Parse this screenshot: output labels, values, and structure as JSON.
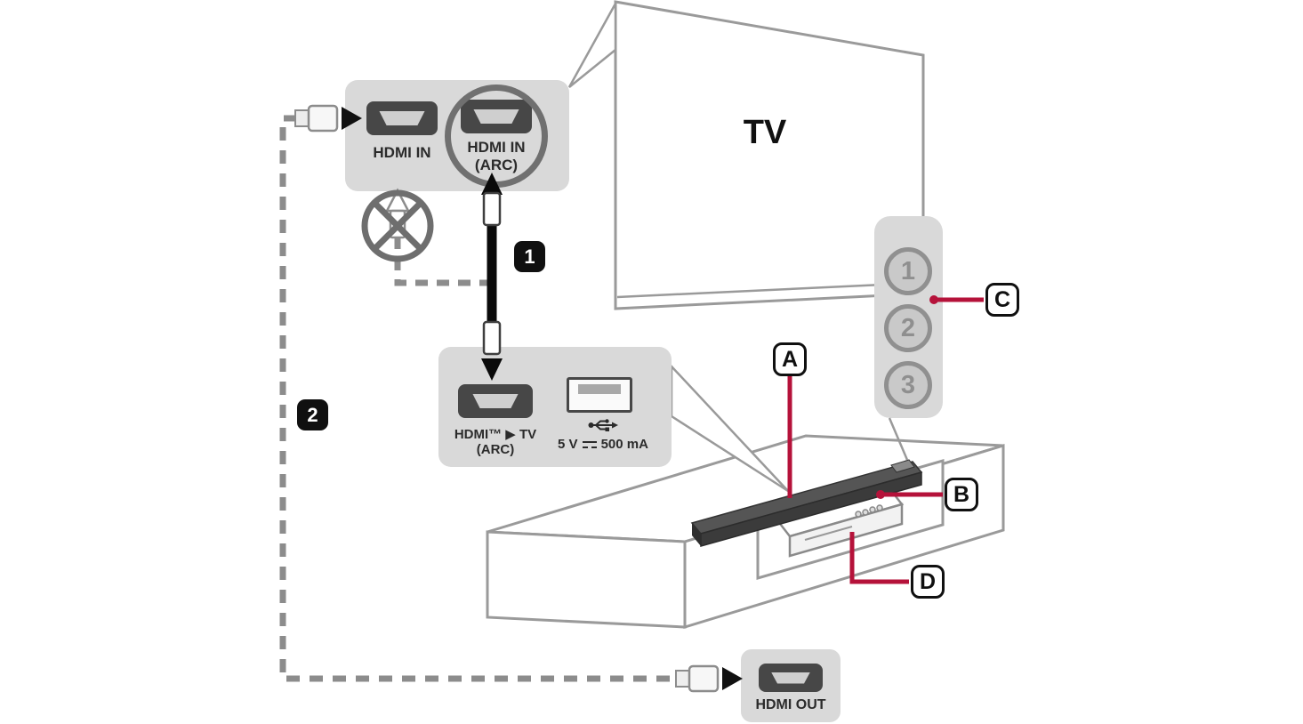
{
  "colors": {
    "accent_red": "#b5123a",
    "panel_gray": "#d9d9d9",
    "cable_gray": "#8c8c8c",
    "outline_gray": "#9a9a9a",
    "port_dark": "#474747"
  },
  "tv": {
    "label": "TV"
  },
  "tv_inputs_panel": {
    "hdmi_in": {
      "label": "HDMI IN"
    },
    "hdmi_in_arc": {
      "label_line1": "HDMI IN",
      "label_line2": "(ARC)"
    }
  },
  "soundbar_ports_panel": {
    "hdmi_tv_arc": {
      "label_line1": "HDMI™ ▶ TV",
      "label_line2": "(ARC)"
    },
    "usb": {
      "label_prefix": "5 V",
      "label_suffix": "500 mA"
    }
  },
  "hdmi_out_panel": {
    "label": "HDMI OUT"
  },
  "step_badges": {
    "step1": "1",
    "step2": "2"
  },
  "callout_labels": {
    "a": "A",
    "b": "B",
    "c": "C",
    "d": "D"
  },
  "soundbar_buttons": [
    "1",
    "2",
    "3"
  ]
}
